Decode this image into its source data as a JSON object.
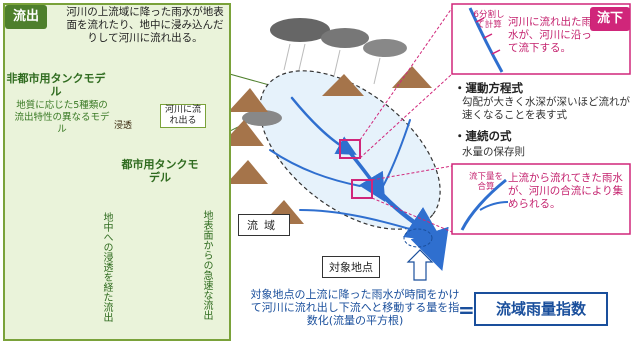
{
  "left": {
    "badge": "流出",
    "description": "河川の上流域に降った雨水が地表面を流れたり、地中に浸み込んだりして河川に流れ出る。",
    "inset_label": "河川に流れ出る",
    "infiltration_label": "浸透",
    "rural_model": {
      "title": "非都市用タンクモデル",
      "description": "地質に応じた5種類の流出特性の異なるモデル",
      "vertical_label": "地中への浸透を経た流出"
    },
    "urban_model": {
      "title": "都市用タンクモデル",
      "vertical_label": "地表面からの急速な流出"
    }
  },
  "center": {
    "basin_label": "流域",
    "target_label": "対象地点",
    "bottom_text": "対象地点の上流に降った雨水が時間をかけて河川に流れ出し下流へと移動する量を指数化(流量の平方根)",
    "equals": "=",
    "index_name": "流域雨量指数"
  },
  "right": {
    "badge": "流下",
    "flow_description": "河川に流れ出た雨水が、河川に沿って流下する。",
    "split_label": "6分割して計算",
    "equation1_head": "・運動方程式",
    "equation1_desc": "勾配が大きく水深が深いほど流れが速くなることを表す式",
    "equation2_head": "・連続の式",
    "equation2_desc": "水量の保存則",
    "confluence_label": "流下量を合算",
    "confluence_desc": "上流から流れてきた雨水が、河川の合流により集められる。"
  },
  "colors": {
    "green_accent": "#4e7f2c",
    "pink_accent": "#d0267a",
    "river_blue": "#2f6fcf",
    "text_blue": "#1a4f9c"
  }
}
